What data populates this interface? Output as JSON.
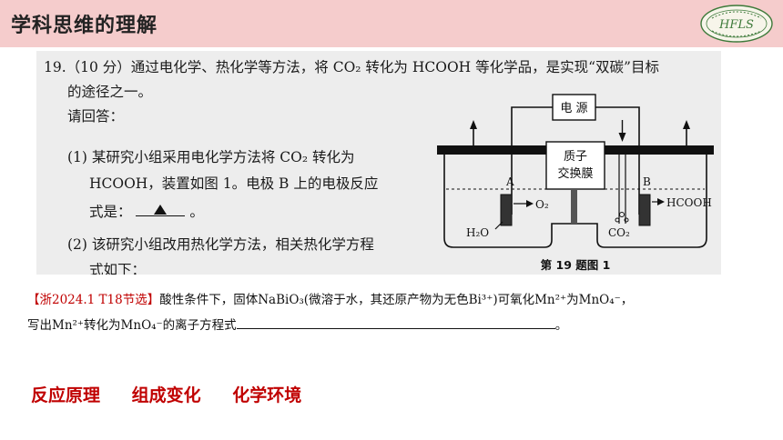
{
  "header": {
    "title": "学科思维的理解",
    "logo_text": "HFLS",
    "header_bg": "#f5cccc"
  },
  "question": {
    "line1": "19.（10 分）通过电化学、热化学等方法，将 CO₂ 转化为 HCOOH 等化学品，是实现“双碳”目标",
    "line2": "的途径之一。",
    "line3": "请回答：",
    "line4": "(1) 某研究小组采用电化学方法将 CO₂ 转化为",
    "line5": "HCOOH，装置如图 1。电极 B 上的电极反应",
    "line6": "式是：",
    "line6_end": "。",
    "line7": "(2) 该研究小组改用热化学方法，相关热化学方程",
    "line8": "式如下："
  },
  "diagram": {
    "power_label": "电 源",
    "membrane_label_1": "质子",
    "membrane_label_2": "交换膜",
    "electrode_a": "A",
    "electrode_b": "B",
    "o2_label": "O₂",
    "h2o_label": "H₂O",
    "hcooh_label": "HCOOH",
    "co2_label": "CO₂",
    "caption": "第 19 题图 1"
  },
  "note": {
    "tag": "【浙2024.1  T18节选】",
    "text1": "酸性条件下，固体NaBiO₃(微溶于水，其还原产物为无色Bi³⁺)可氧化Mn²⁺为MnO₄⁻，",
    "text2": "写出Mn²⁺转化为MnO₄⁻的离子方程式",
    "text2_end": "。"
  },
  "keywords": [
    "反应原理",
    "组成变化",
    "化学环境"
  ],
  "colors": {
    "accent_red": "#c00000"
  }
}
